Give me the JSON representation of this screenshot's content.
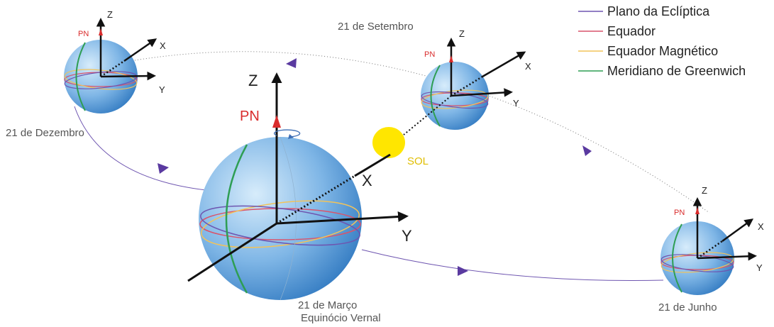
{
  "legend": {
    "items": [
      {
        "label": "Plano da Eclíptica",
        "color": "#6e55b0"
      },
      {
        "label": "Equador",
        "color": "#d9536b"
      },
      {
        "label": "Equador Magnético",
        "color": "#f2c35a"
      },
      {
        "label": "Meridiano de Greenwich",
        "color": "#2e9e54"
      }
    ]
  },
  "colors": {
    "sphere_light": "#b9dbf4",
    "sphere_dark": "#3f86c9",
    "orbit": "#6e55b0",
    "pole": "#d92c2c",
    "sun": "#ffe600"
  },
  "sun": {
    "label": "SOL"
  },
  "earth": {
    "march": {
      "date": "21 de Março",
      "subtitle": "Equinócio Vernal",
      "pole": "PN",
      "z": "Z",
      "x": "X",
      "y": "Y"
    },
    "september": {
      "date": "21 de Setembro",
      "pole": "PN",
      "z": "Z",
      "x": "X",
      "y": "Y"
    },
    "december": {
      "date": "21 de Dezembro",
      "pole": "PN",
      "z": "Z",
      "x": "X",
      "y": "Y"
    },
    "june": {
      "date": "21 de Junho",
      "pole": "PN",
      "z": "Z",
      "x": "X",
      "y": "Y"
    }
  }
}
